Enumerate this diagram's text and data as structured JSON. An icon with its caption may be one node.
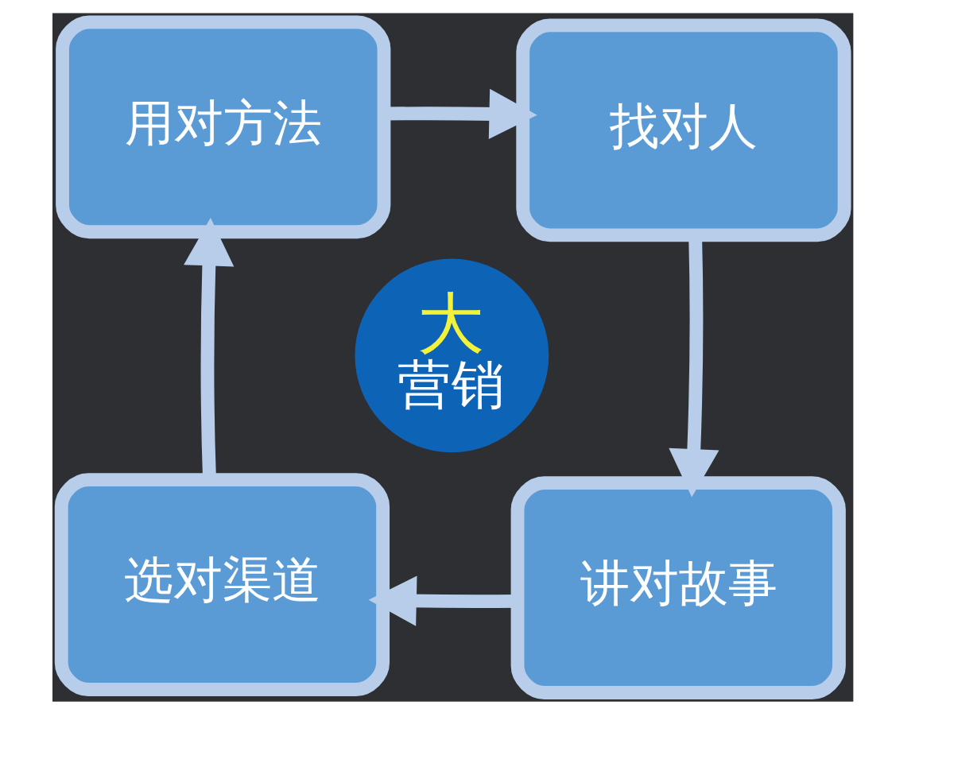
{
  "diagram": {
    "nodes": [
      {
        "text": [
          "用对方法"
        ]
      },
      {
        "text": [
          "找对人"
        ]
      },
      {
        "text": [
          "大",
          "营销"
        ]
      },
      {
        "text": [
          "选对渠道"
        ]
      },
      {
        "text": [
          "讲对故事"
        ]
      }
    ],
    "edges": [
      {
        "from": 0,
        "to": 1,
        "arrow": "to"
      },
      {
        "from": 1,
        "to": 4,
        "arrow": "to"
      },
      {
        "from": 4,
        "to": 3,
        "arrow": "to"
      },
      {
        "from": 3,
        "to": 0,
        "arrow": "to"
      }
    ]
  }
}
